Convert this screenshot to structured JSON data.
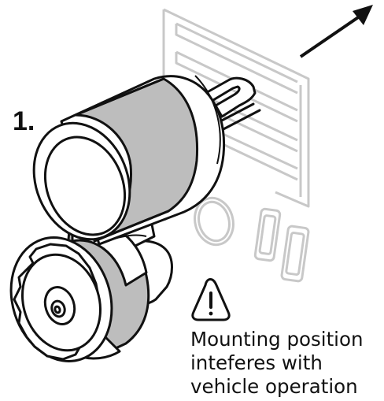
{
  "step": {
    "number": "1."
  },
  "warning": {
    "icon": "warning-triangle-icon",
    "lines": [
      "Mounting position",
      "inteferes with",
      "vehicle operation"
    ]
  },
  "colors": {
    "outline": "#111111",
    "dashboard": "#c8c8c8",
    "band": "#bdbdbd",
    "background": "#ffffff"
  }
}
